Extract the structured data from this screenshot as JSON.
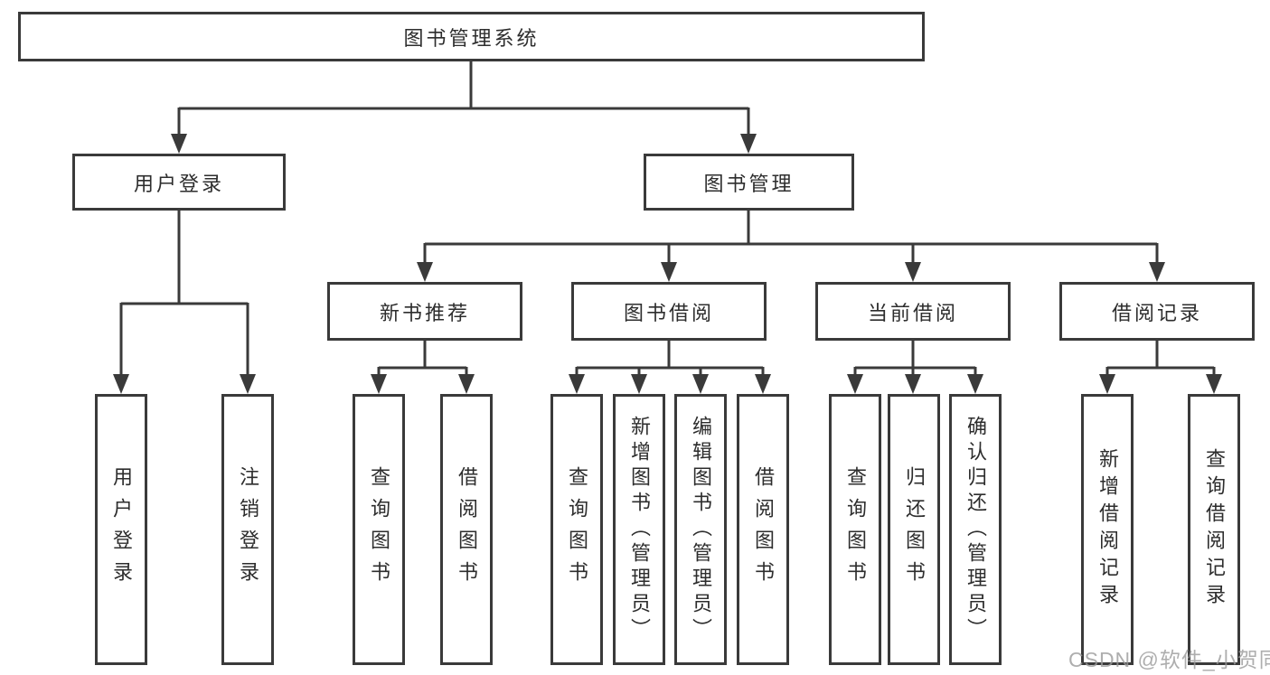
{
  "diagram": {
    "root": {
      "label": "图书管理系统"
    },
    "level2": [
      {
        "label": "用户登录",
        "children": [
          "用户登录",
          "注销登录"
        ]
      },
      {
        "label": "图书管理",
        "children": [
          {
            "label": "新书推荐",
            "children": [
              "查询图书",
              "借阅图书"
            ]
          },
          {
            "label": "图书借阅",
            "children": [
              "查询图书",
              "新增图书（管理员）",
              "编辑图书（管理员）",
              "借阅图书"
            ]
          },
          {
            "label": "当前借阅",
            "children": [
              "查询图书",
              "归还图书",
              "确认归还（管理员）"
            ]
          },
          {
            "label": "借阅记录",
            "children": [
              "新增借阅记录",
              "查询借阅记录"
            ]
          }
        ]
      }
    ]
  },
  "watermark": {
    "text": "CSDN @软件_小贺同学"
  },
  "colors": {
    "line": "#3a3a3a",
    "text": "#2d2d2d",
    "watermark": "#9a9a9a",
    "background": "#ffffff"
  }
}
